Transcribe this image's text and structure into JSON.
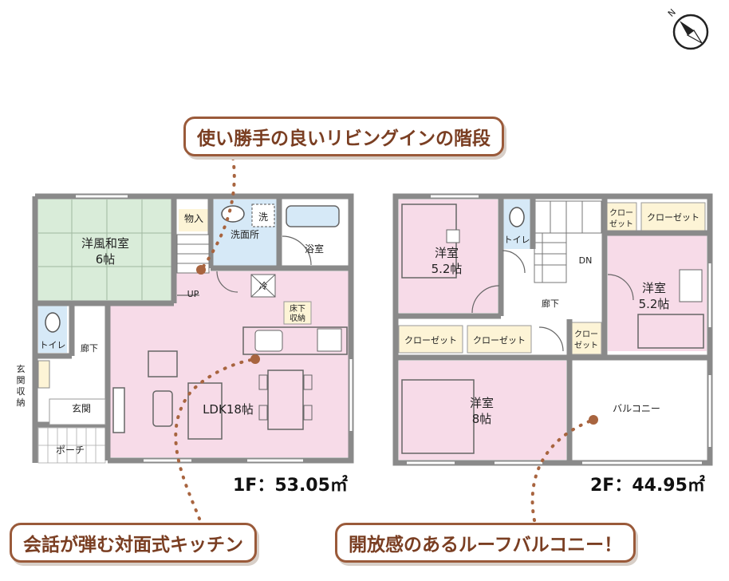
{
  "callouts": {
    "stairs": "使い勝手の良いリビングインの階段",
    "kitchen": "会話が弾む対面式キッチン",
    "balcony": "開放感のあるルーフバルコニー！"
  },
  "floor1": {
    "area": "1F：53.05㎡",
    "rooms": {
      "washitsu": "洋風和室",
      "washitsu_size": "6帖",
      "storage": "物入",
      "wash": "洗",
      "washroom": "洗面所",
      "bath": "浴室",
      "up": "UP",
      "fridge": "冷",
      "underfloor": "床下",
      "underfloor2": "収納",
      "toilet": "トイレ",
      "corridor": "廊下",
      "entrance_storage": "玄関収納",
      "entrance": "玄関",
      "porch": "ポーチ",
      "ldk": "LDK18帖"
    }
  },
  "floor2": {
    "area": "2F：44.95㎡",
    "rooms": {
      "room_a": "洋室",
      "room_a_size": "5.2帖",
      "toilet": "トイレ",
      "closet_small": "クローゼット",
      "closet_a": "クローゼット",
      "dn": "DN",
      "room_b": "洋室",
      "room_b_size": "5.2帖",
      "corridor": "廊下",
      "closet_b": "クローゼット",
      "closet_c": "クローゼット",
      "closet_d": "クローゼット",
      "room_c": "洋室",
      "room_c_size": "8帖",
      "balcony": "バルコニー"
    }
  },
  "colors": {
    "wall": "#8a8a8a",
    "pink_room": "#f7dbe8",
    "tatami": "#d9ecd9",
    "wet_area": "#d6e9f7",
    "closet": "#fdf4d6",
    "callout_border": "#9a5a3a",
    "callout_text": "#7a3e22",
    "dots": "#a8643f"
  },
  "icons": [
    "compass-icon"
  ]
}
